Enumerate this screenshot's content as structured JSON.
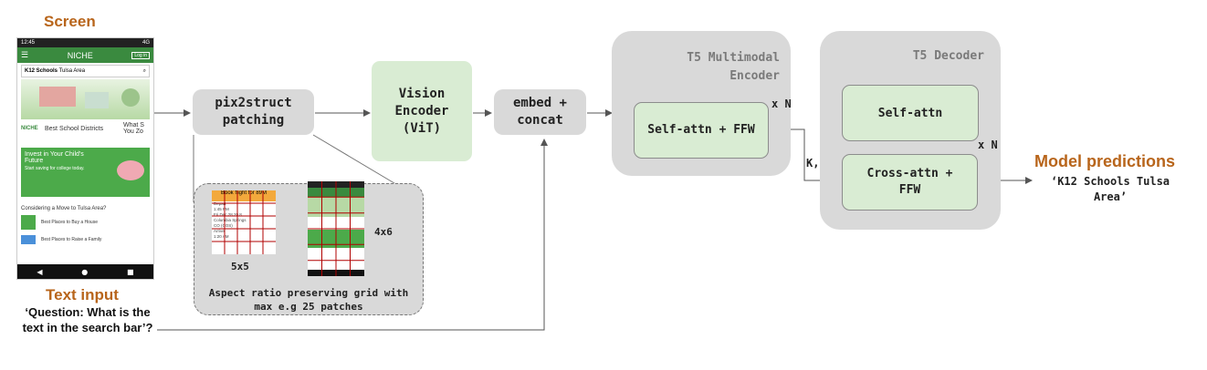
{
  "screen_label": "Screen",
  "text_input_label": "Text input",
  "question_text": "‘Question: What is the text in the search bar’?",
  "phone": {
    "time": "12:45",
    "signal": "4G",
    "app_name": "NICHE",
    "login": "Log in",
    "search_category": "K12 Schools",
    "search_location": "Tulsa Area",
    "card1": "Best School Districts",
    "card2": "What S You Zo",
    "card_logo": "NICHE",
    "promo_title": "Invest in Your Child's Future",
    "promo_sub": "Start saving for college today.",
    "section": "Considering a Move to Tulsa Area?",
    "item1": "Best Places to Buy a House",
    "item2": "Best Places to Raise a Family"
  },
  "pix2struct": "pix2struct patching",
  "vision_encoder": "Vision Encoder (ViT)",
  "embed_concat": "embed + concat",
  "grid_panel": {
    "label_5x5": "5x5",
    "label_4x6": "4x6",
    "caption": "Aspect ratio preserving grid with max e.g 25 patches",
    "thumb1_title": "Book flight for 89M",
    "thumb1_lines": [
      "Depart",
      "1:45 PM",
      "Fri Dec 28 20 8",
      "Columbia Springs",
      "CO (COS)",
      "Arrive",
      "1:20 AM"
    ]
  },
  "encoder": {
    "title": "T5 Multimodal Encoder",
    "block": "Self-attn + FFW",
    "repeat": "x N"
  },
  "decoder": {
    "title": "T5 Decoder",
    "self_attn": "Self-attn",
    "cross_attn": "Cross-attn + FFW",
    "repeat": "x N"
  },
  "kv_label": "K, V",
  "model_predictions_label": "Model predictions",
  "prediction": "‘K12 Schools Tulsa Area’",
  "colors": {
    "orange": "#b8651b",
    "green": "#d9ecd3",
    "gray": "#d9d9d9",
    "app_green": "#3a8a3f"
  }
}
